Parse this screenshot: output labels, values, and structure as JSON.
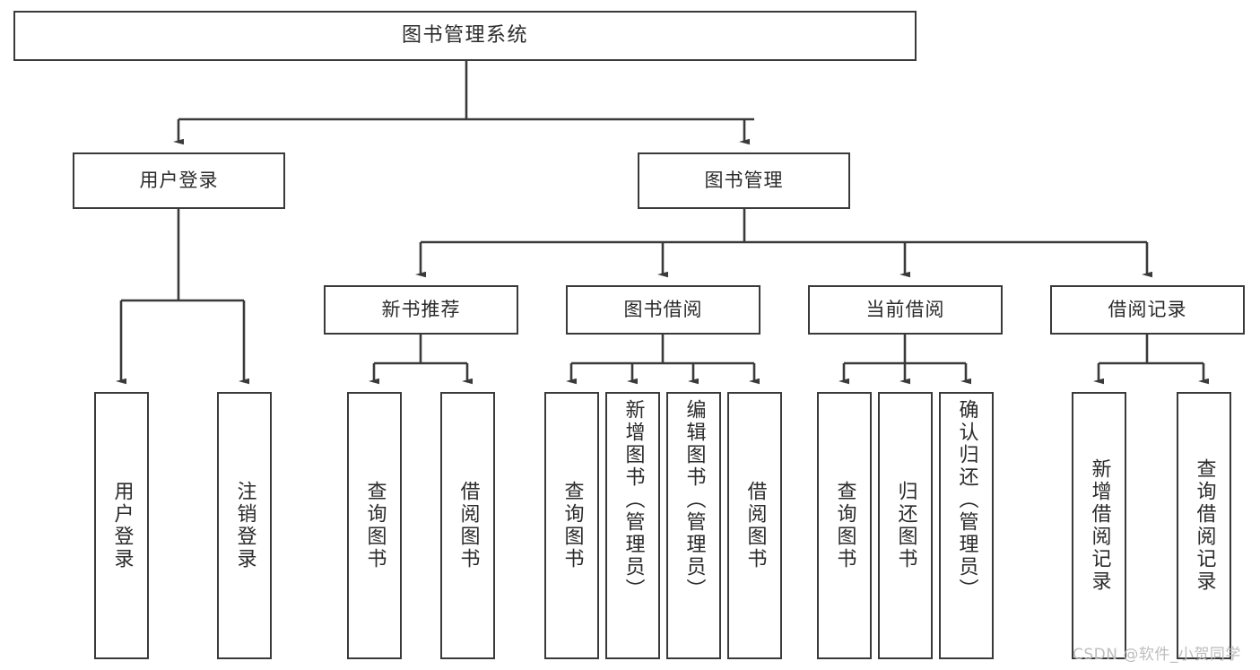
{
  "diagram": {
    "title": "图书管理系统",
    "type": "tree",
    "orientation": "top-down",
    "stroke_color": "#3a3a3a",
    "text_color": "#2b2b2b",
    "background_color": "#ffffff"
  },
  "nodes": {
    "root": {
      "label": "图书管理系统",
      "level": 0
    },
    "level1": [
      {
        "id": "user-login",
        "label": "用户登录"
      },
      {
        "id": "book-manage",
        "label": "图书管理"
      }
    ],
    "level2": [
      {
        "id": "new-book-recommend",
        "label": "新书推荐",
        "parent": "book-manage"
      },
      {
        "id": "book-borrow",
        "label": "图书借阅",
        "parent": "book-manage"
      },
      {
        "id": "current-borrow",
        "label": "当前借阅",
        "parent": "book-manage"
      },
      {
        "id": "borrow-record",
        "label": "借阅记录",
        "parent": "book-manage"
      }
    ],
    "leaves": {
      "user-login": [
        {
          "id": "leaf-user-login",
          "label": "用户登录"
        },
        {
          "id": "leaf-logout",
          "label": "注销登录"
        }
      ],
      "new-book-recommend": [
        {
          "id": "leaf-query-book-1",
          "label": "查询图书"
        },
        {
          "id": "leaf-borrow-book-1",
          "label": "借阅图书"
        }
      ],
      "book-borrow": [
        {
          "id": "leaf-query-book-2",
          "label": "查询图书"
        },
        {
          "id": "leaf-add-book",
          "label": "新增图书（管理员）"
        },
        {
          "id": "leaf-edit-book",
          "label": "编辑图书（管理员）"
        },
        {
          "id": "leaf-borrow-book-2",
          "label": "借阅图书"
        }
      ],
      "current-borrow": [
        {
          "id": "leaf-query-book-3",
          "label": "查询图书"
        },
        {
          "id": "leaf-return-book",
          "label": "归还图书"
        },
        {
          "id": "leaf-confirm-return",
          "label": "确认归还（管理员）"
        }
      ],
      "borrow-record": [
        {
          "id": "leaf-add-record",
          "label": "新增借阅记录"
        },
        {
          "id": "leaf-query-record",
          "label": "查询借阅记录"
        }
      ]
    }
  },
  "watermark": {
    "text": "CSDN @软件_小贺同学",
    "color": "#bdbdbd"
  }
}
